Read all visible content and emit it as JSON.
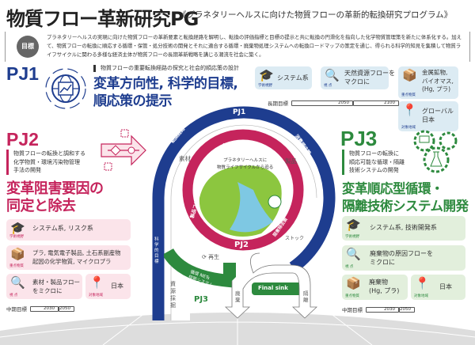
{
  "header": {
    "title": "物質フロー革新研究PG",
    "subtitle": "《プラネタリーヘルスに向けた物質フローの革新的転換研究プログラム》"
  },
  "goal": {
    "badge": "目標",
    "text": "プラネタリーヘルスの実現に向けた物質フローの革新要素と転換経路を解明し、転換の評価指標と目標の提示と共に転換の円滑化を指向した化学物質管理策を新たに体系化する。加えて、物質フローの転換に順応する循環・保管・処分技術の開発とそれに適合する循環・廃棄物処理システムへの転換ロードマップの策定を通じ、得られる科学的知見を集積して物質ライフサイクルに関わる多様な経済主体が物質フローの長期革新戦略を講じる潮流を社会に築く。"
  },
  "colors": {
    "pj1": "#1e3d8f",
    "pj2": "#c5245c",
    "pj3": "#2d8a3e",
    "pj1_card": "#dcebf3",
    "pj2_card": "#fbe4ea",
    "pj3_card": "#e2efdc"
  },
  "pj1": {
    "label": "PJ1",
    "desc": "物質フローの重要転換経路の探究と社会的順応策の設計",
    "headline": [
      "変革方向性, 科学的目標,",
      "順応策の提示"
    ],
    "cards": [
      {
        "icon": "graduation-cap-icon",
        "caption": "学術視野",
        "text": "システム系"
      },
      {
        "icon": "magnifier-icon",
        "caption": "視 点",
        "text": "天然資源フローを\nマクロに"
      },
      {
        "icon": "box-icon",
        "caption": "重点物質",
        "text": "金属鉱物,\nバイオマス,\n(Hg, プラ)"
      },
      {
        "icon": "map-pin-icon",
        "caption": "対象地域",
        "text": "グローバル\n日本"
      }
    ],
    "timeline": {
      "label": "長期目標",
      "marks": [
        "2050",
        "2100"
      ]
    }
  },
  "pj2": {
    "label": "PJ2",
    "desc": [
      "物質フローの転換と調和する",
      "化学物質・環境汚染物管理",
      "手法の開発"
    ],
    "headline": [
      "変革阻害要因の",
      "同定と除去"
    ],
    "cards": [
      {
        "icon": "graduation-cap-icon",
        "caption": "学術視野",
        "text": "システム系, リスク系"
      },
      {
        "icon": "box-icon",
        "caption": "重点物質",
        "text": "プラ, 電気電子製品, 土石系副産物\n起因の化学物質, マイクロプラ"
      },
      {
        "icon": "magnifier-icon",
        "caption": "視 点",
        "text": "素材・製品フロー\nをミクロに"
      },
      {
        "icon": "map-pin-icon",
        "caption": "対象地域",
        "text": "日本"
      }
    ],
    "timeline": {
      "label": "中期目標",
      "marks": [
        "2030",
        "2050"
      ]
    }
  },
  "pj3": {
    "label": "PJ3",
    "desc": [
      "物質フローの転換に",
      "順応可能な循環・隔離",
      "技術システムの開発"
    ],
    "headline": [
      "変革順応型循環・",
      "隔離技術システム開発"
    ],
    "cards": [
      {
        "icon": "graduation-cap-icon",
        "caption": "学術視野",
        "text": "システム系, 技術開発系"
      },
      {
        "icon": "magnifier-icon",
        "caption": "視 点",
        "text": "廃棄物の原因フローを\nミクロに"
      },
      {
        "icon": "box-icon",
        "caption": "重点物質",
        "text": "廃棄物\n(Hg, プラ)"
      },
      {
        "icon": "map-pin-icon",
        "caption": "対象地域",
        "text": "日本"
      }
    ],
    "timeline": {
      "label": "中期目標",
      "marks": [
        "2030",
        "2050"
      ]
    }
  },
  "diagram": {
    "pj1_ring": "PJ1",
    "pj2_ring": "PJ2",
    "pj3_band": "PJ3",
    "ring_left": "転換経路",
    "ring_right": "消費順応策",
    "inner_top": "化学物質リスク",
    "inner_left": "製品フローシナリオ",
    "inner_right": "阻害除去策",
    "center": [
      "プラネタリーヘルスに",
      "物質ライフサイクルから迫る"
    ],
    "materials": "素材",
    "product": "製品",
    "stock": "ストック",
    "recycle": "再生",
    "mining": "資源採掘",
    "science_goal": "科学的目標",
    "nets": [
      "循環 NETs",
      "技術システム"
    ],
    "disposal": "廃棄",
    "final_sink": "Final sink",
    "isolation": "隔離"
  }
}
